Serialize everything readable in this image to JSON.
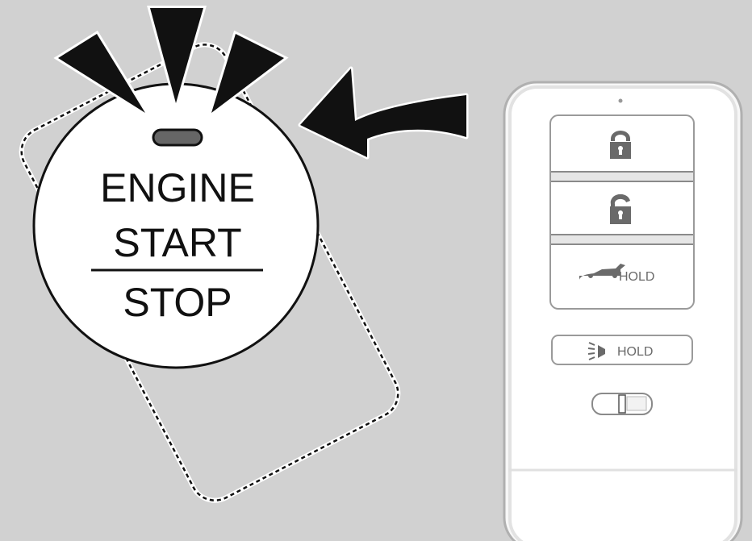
{
  "button": {
    "line1": "ENGINE",
    "line2": "START",
    "line3": "STOP"
  },
  "fob": {
    "lock_icon": "lock-icon",
    "unlock_icon": "unlock-icon",
    "trunk_label": "HOLD",
    "panic_label": "HOLD"
  },
  "colors": {
    "background": "#d1d1d1",
    "fob_icon": "#6a6a6a"
  }
}
